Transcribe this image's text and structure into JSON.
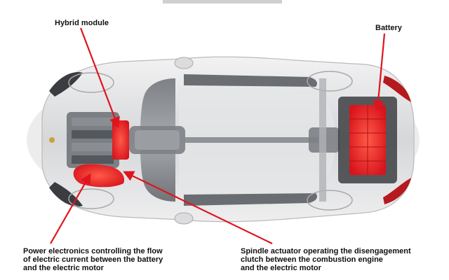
{
  "labels": {
    "hybrid_module": "Hybrid module",
    "battery": "Battery",
    "power_electronics": [
      "Power electronics controlling the flow",
      "of electric current between the battery",
      "and the electric motor"
    ],
    "spindle_actuator": [
      "Spindle actuator operating the disengagement",
      "clutch between the combustion engine",
      "and the electric motor"
    ]
  },
  "colors": {
    "accent_red": "#e0141e",
    "component_red": "#ff3a2e",
    "body_silver": "#d9dadc",
    "glass_dark": "#4a4d52",
    "text": "#111111"
  }
}
